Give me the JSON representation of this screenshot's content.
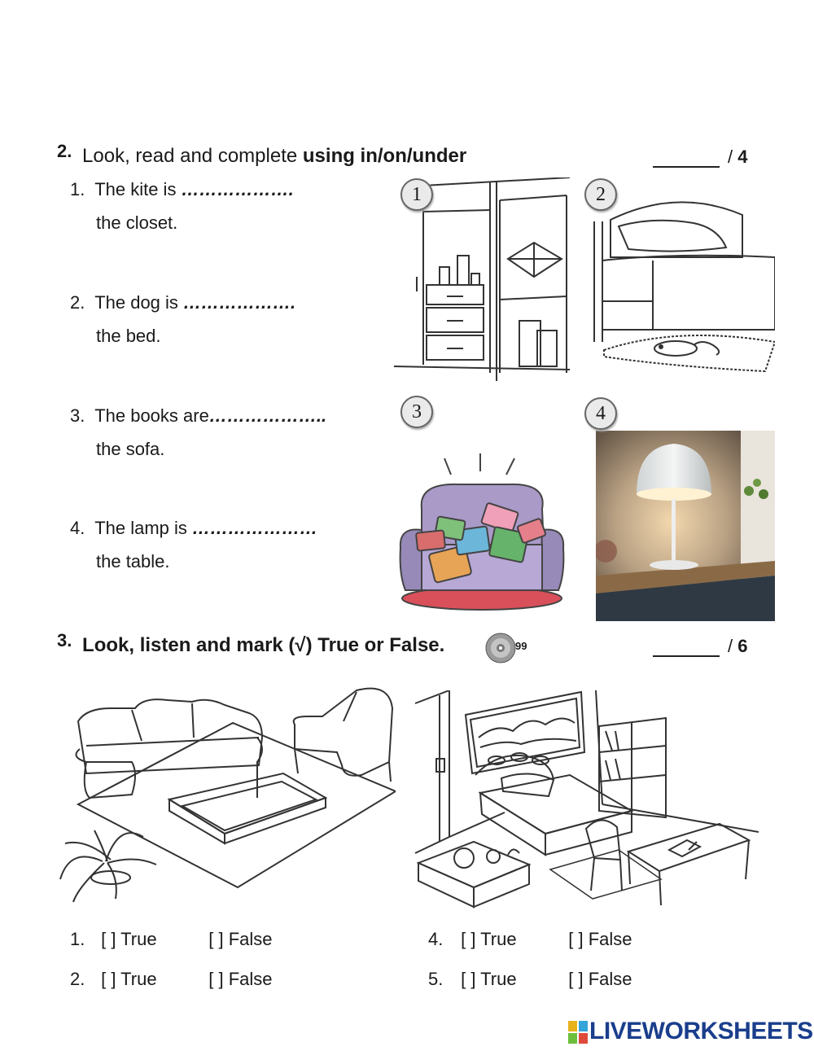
{
  "section2": {
    "number": "2.",
    "instruction_plain": "Look, read and complete",
    "instruction_bold": "using in/on/under",
    "score_total": "4",
    "items": [
      {
        "num": "1.",
        "lead": "The kite is",
        "dots": "……………….",
        "tail": "the closet."
      },
      {
        "num": "2.",
        "lead": "The dog is",
        "dots": "……………….",
        "tail": "the bed."
      },
      {
        "num": "3.",
        "lead": "The books are",
        "dots": "………………..",
        "tail": "the sofa."
      },
      {
        "num": "4.",
        "lead": "The lamp is",
        "dots": "…………………",
        "tail": "the table."
      }
    ],
    "badges": [
      "1",
      "2",
      "3",
      "4"
    ]
  },
  "section3": {
    "number": "3.",
    "instruction": "Look, listen and mark (√) True or False.",
    "track": "99",
    "score_total": "6",
    "answers_left": [
      {
        "num": "1.",
        "true_label": "[   ] True",
        "false_label": "[   ] False"
      },
      {
        "num": "2.",
        "true_label": "[   ] True",
        "false_label": "[   ] False"
      }
    ],
    "answers_right": [
      {
        "num": "4.",
        "true_label": "[   ] True",
        "false_label": "[   ] False"
      },
      {
        "num": "5.",
        "true_label": "[   ] True",
        "false_label": "[   ] False"
      }
    ]
  },
  "footer": {
    "logo_text": "LIVEWORKSHEETS",
    "logo_color": "#1a3e8c"
  }
}
